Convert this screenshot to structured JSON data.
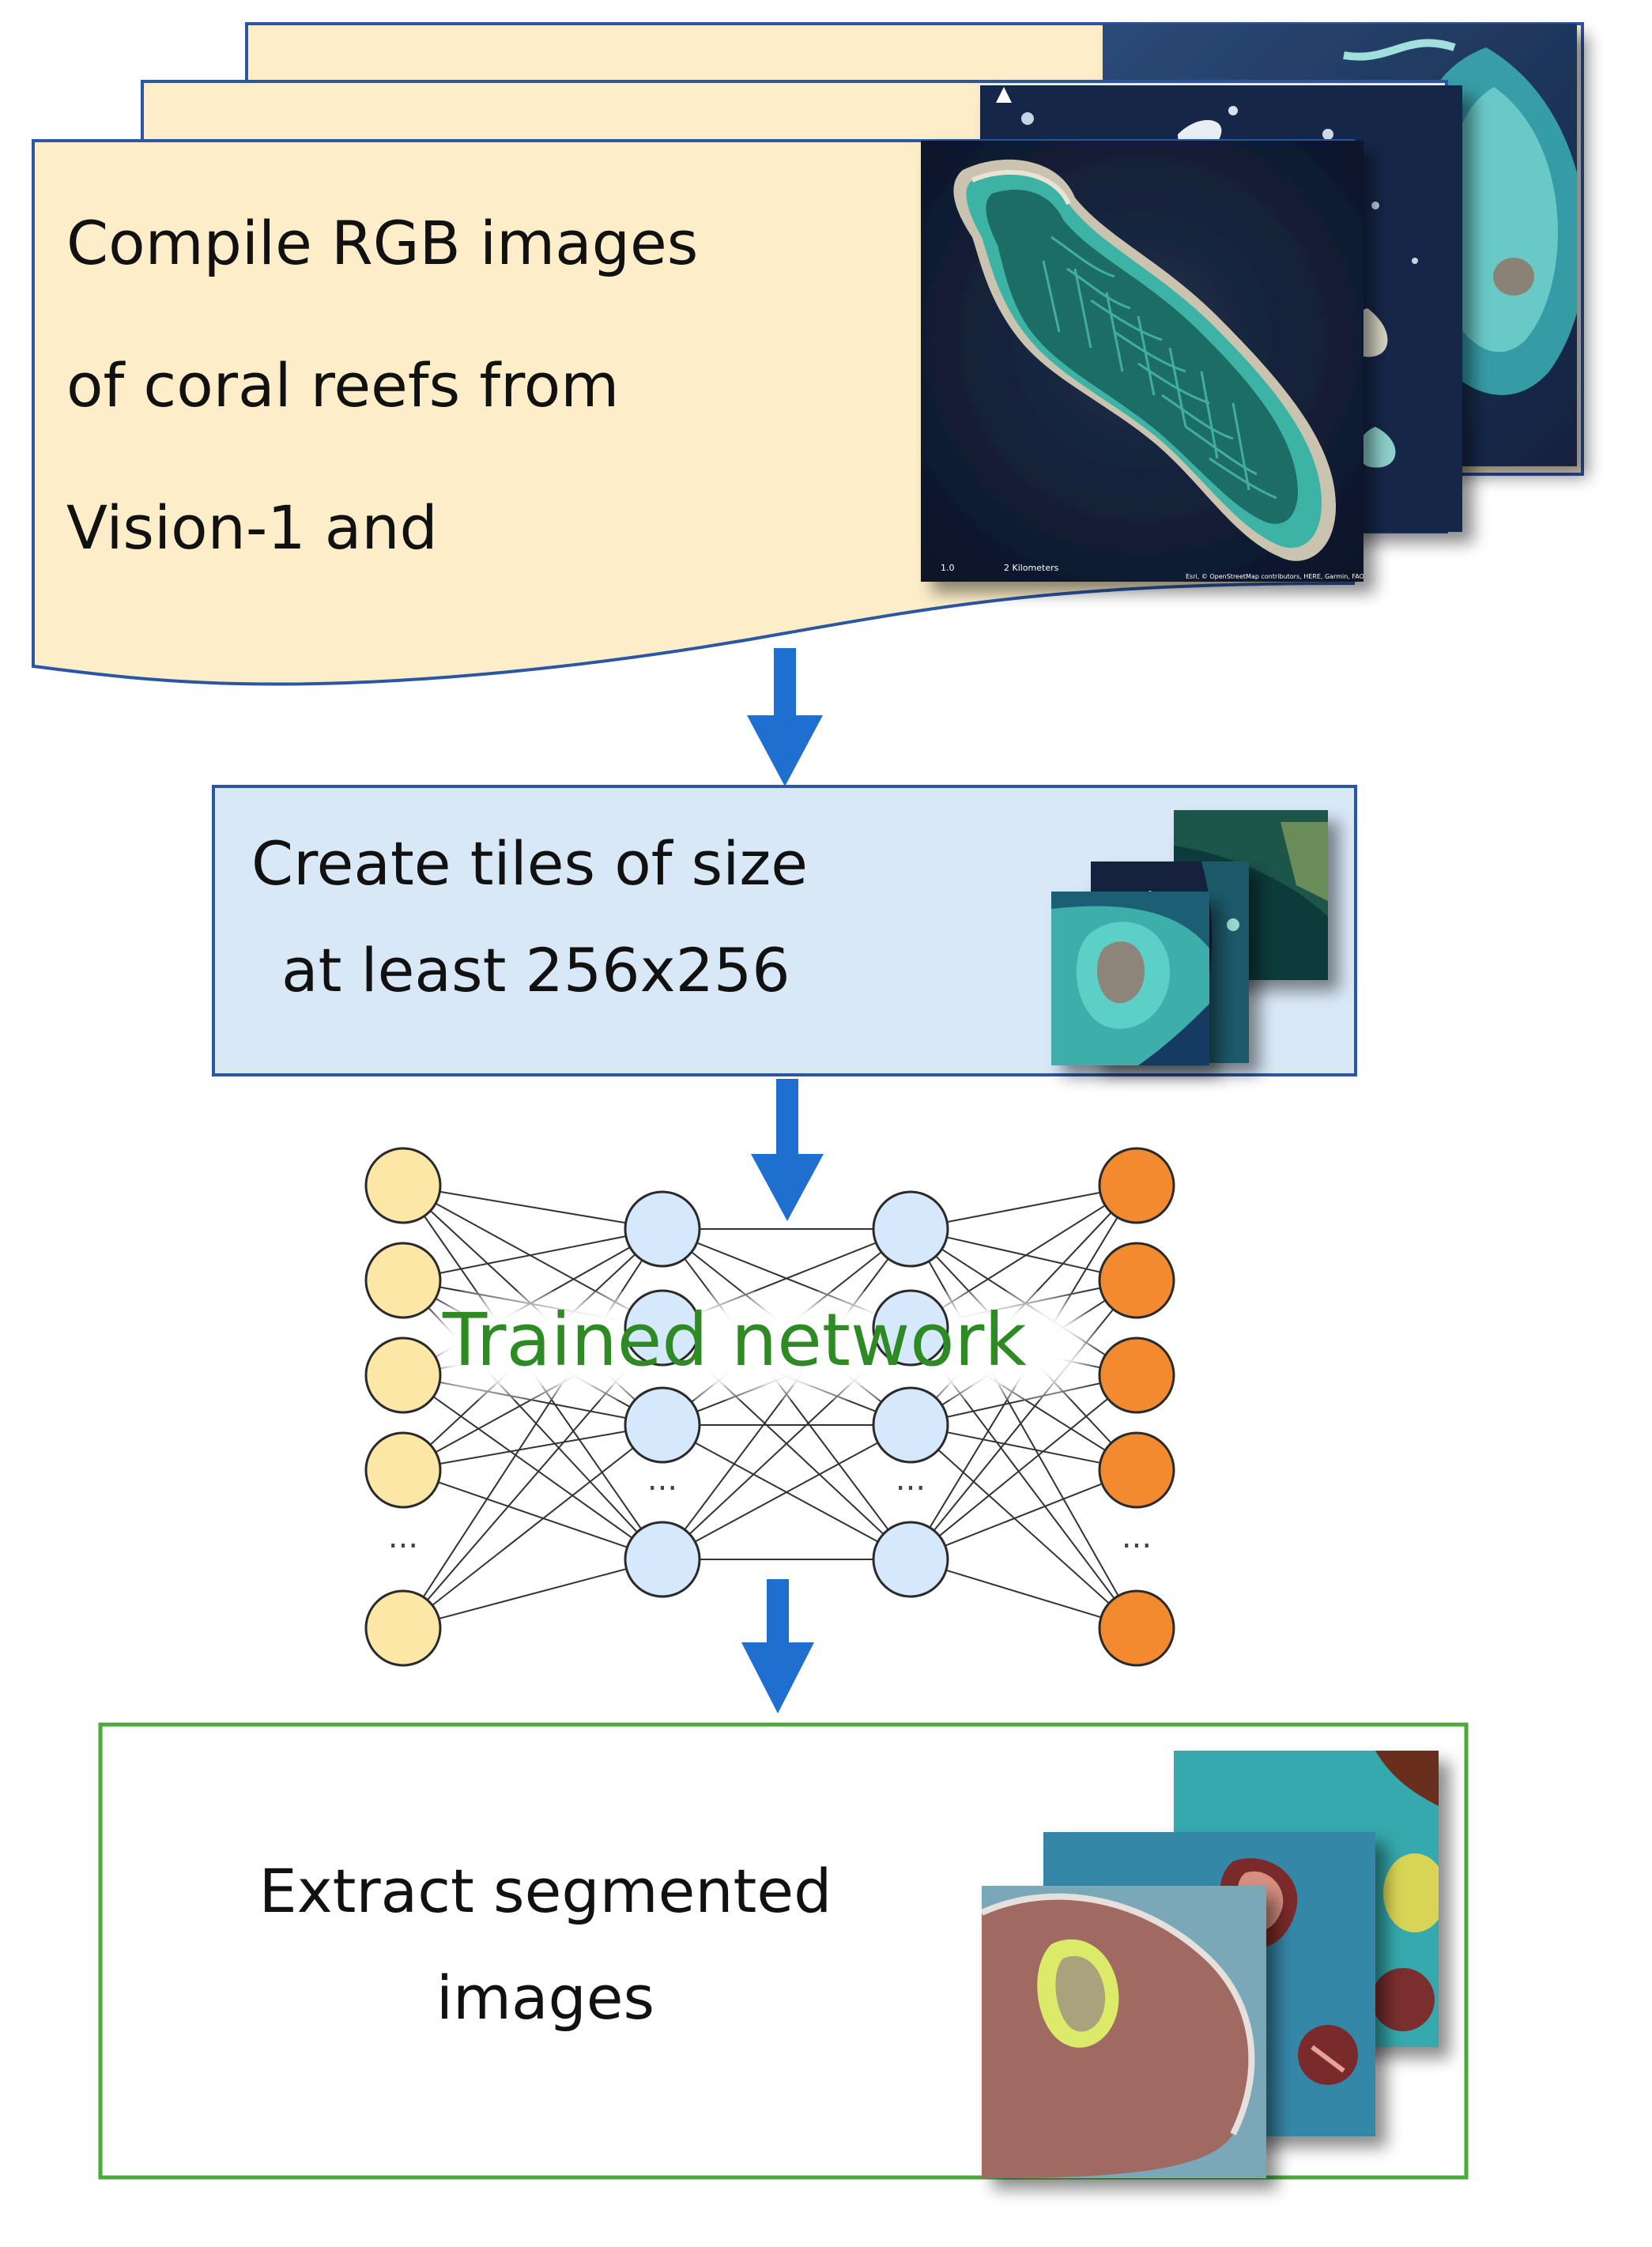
{
  "compile": {
    "lines": [
      "Compile RGB images",
      "of coral reefs from",
      "Vision-1 and"
    ]
  },
  "tiles": {
    "lines": [
      "Create tiles of size",
      "at least 256x256"
    ]
  },
  "network": {
    "title": "Trained network",
    "ellipsis": "..."
  },
  "extract": {
    "lines": [
      "Extract segmented",
      "images"
    ]
  },
  "imagery_caption": {
    "scale_start": "1.0",
    "scale_end": "2 Kilometers",
    "attribution": "Esri, © OpenStreetMap contributors, HERE, Garmin, FAO"
  },
  "colors": {
    "doc_fill": "#fdeec9",
    "doc_stroke": "#2a56a6",
    "tiles_fill": "#d9e8f7",
    "tiles_stroke": "#2a56a6",
    "extract_stroke": "#4aaa3a",
    "arrow": "#1f6fd0",
    "input_node": "#fde7a6",
    "hidden_node": "#d6e8fb",
    "output_node": "#f48a2f"
  }
}
